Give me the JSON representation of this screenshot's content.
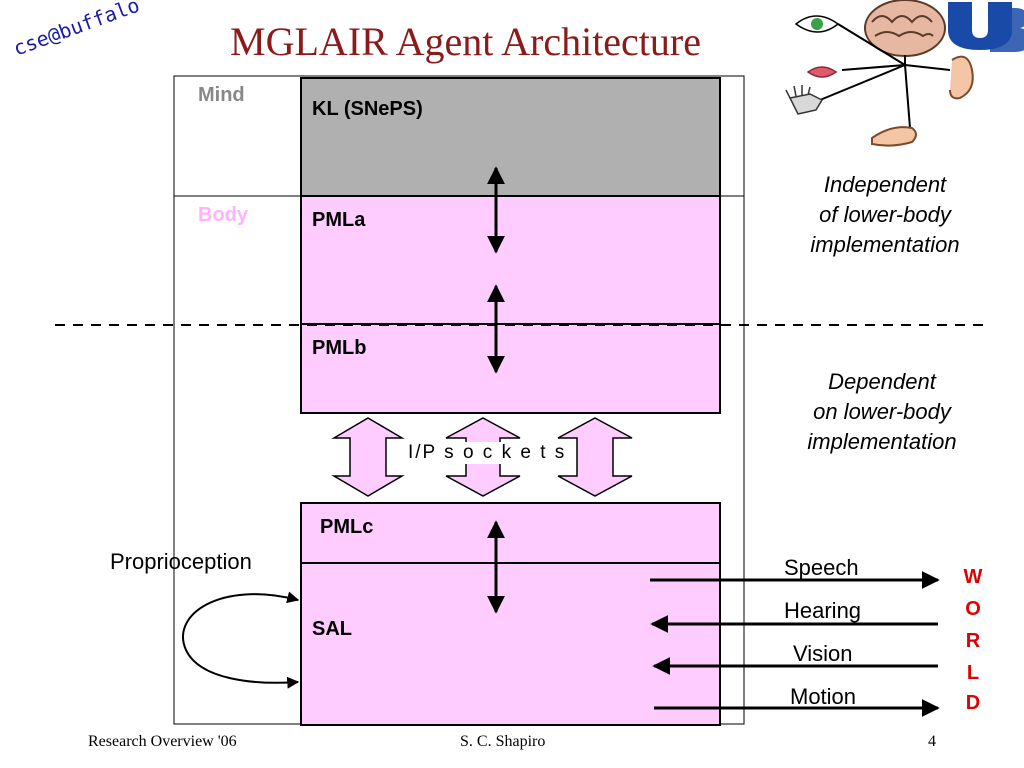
{
  "title": "MGLAIR Agent Architecture",
  "corner_tag": "cse@buffalo",
  "regions": {
    "mind": "Mind",
    "body": "Body"
  },
  "layers": {
    "kl": "KL (SNePS)",
    "pmla": "PMLa",
    "pmlb": "PMLb",
    "pmlc": "PMLc",
    "sal": "SAL"
  },
  "sockets_label": "I/P s o c k e t s",
  "notes": {
    "independent": [
      "Independent",
      "of lower-body",
      "implementation"
    ],
    "dependent": [
      "Dependent",
      "on lower-body",
      "implementation"
    ]
  },
  "proprioception": "Proprioception",
  "io": [
    "Speech",
    "Hearing",
    "Vision",
    "Motion"
  ],
  "world": [
    "W",
    "O",
    "R",
    "L",
    "D"
  ],
  "footer": {
    "left": "Research Overview '06",
    "center": "S. C. Shapiro",
    "right": "4"
  },
  "colors": {
    "title": "#8b1a1a",
    "kl_fill": "#b0b0b0",
    "pml_fill": "#ffccff",
    "world": "#e00000",
    "body_label": "#ffb3ff",
    "mind_label": "#888888",
    "corner_tag": "#1a1aa8"
  },
  "icons": [
    "eye-icon",
    "brain-icon",
    "mouth-icon",
    "ear-icon",
    "hand-icon",
    "foot-icon",
    "ub-logo-icon"
  ]
}
